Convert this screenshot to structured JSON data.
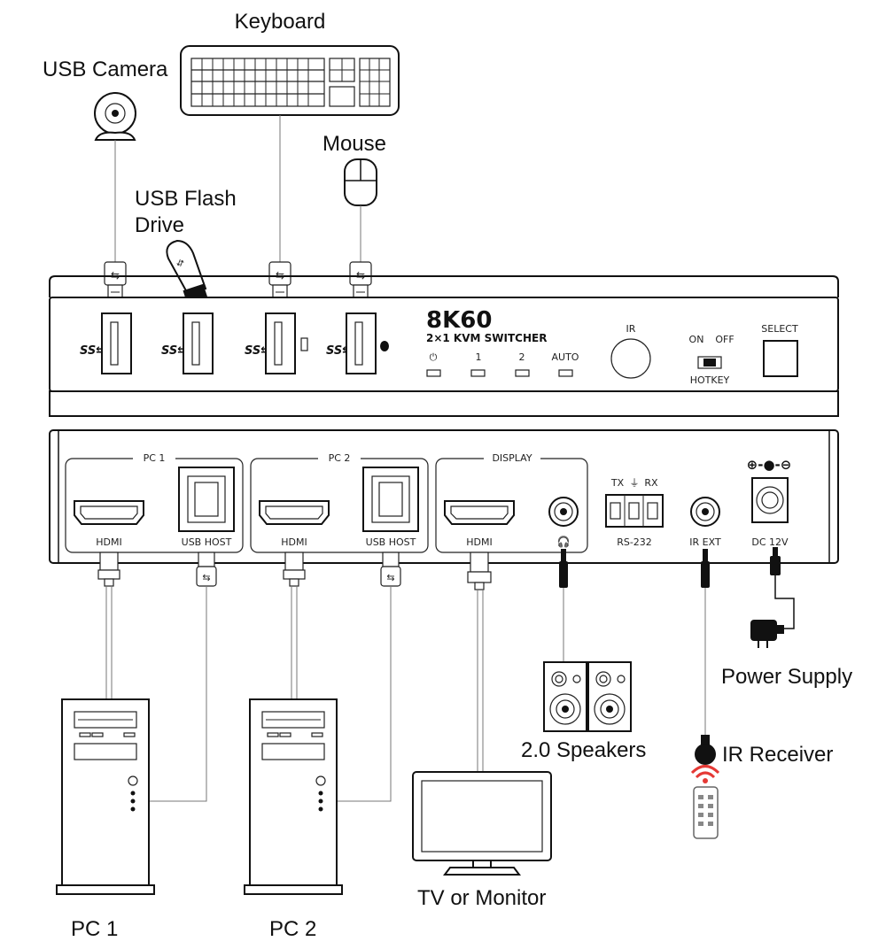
{
  "labels": {
    "keyboard": "Keyboard",
    "usb_camera": "USB Camera",
    "mouse": "Mouse",
    "usb_flash_line1": "USB Flash",
    "usb_flash_line2": "Drive",
    "pc1": "PC 1",
    "pc2": "PC 2",
    "tv_monitor": "TV or Monitor",
    "speakers": "2.0 Speakers",
    "ir_receiver": "IR Receiver",
    "power_supply": "Power Supply"
  },
  "front_panel": {
    "brand": "8K60",
    "model": "2×1 KVM SWITCHER",
    "led_power_glyph": "⏻",
    "led_1": "1",
    "led_2": "2",
    "led_auto": "AUTO",
    "ir": "IR",
    "hotkey_on": "ON",
    "hotkey_off": "OFF",
    "hotkey": "HOTKEY",
    "select": "SELECT",
    "usb_ss_glyph": "SS⇆"
  },
  "rear_panel": {
    "pc1_group": "PC 1",
    "pc2_group": "PC 2",
    "display_group": "DISPLAY",
    "hdmi": "HDMI",
    "usb_host": "USB HOST",
    "rs232_tx": "TX",
    "rs232_gnd": "⏚",
    "rs232_rx": "RX",
    "rs232": "RS-232",
    "ir_ext": "IR EXT",
    "dc": "DC 12V",
    "polarity": "⊕-●-⊖",
    "headphone_glyph": "🎧"
  },
  "colors": {
    "line": "#111111",
    "cable": "#777777",
    "remote_signal": "#e53935"
  }
}
